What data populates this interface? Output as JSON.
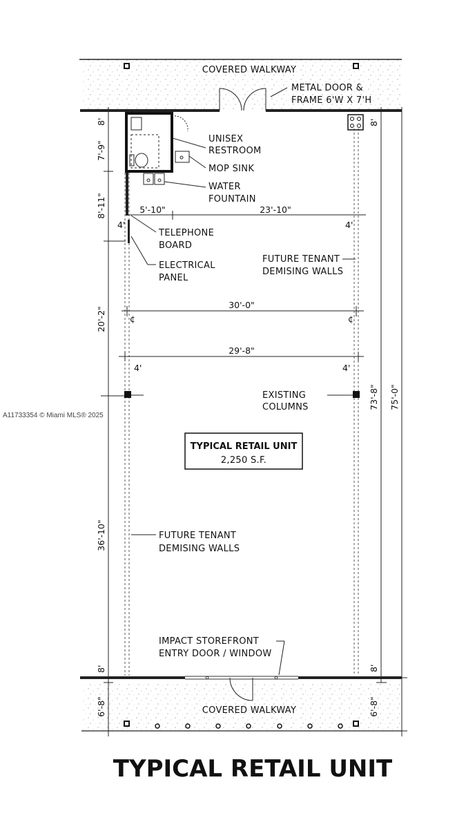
{
  "walkway_top": "COVERED WALKWAY",
  "walkway_bottom": "COVERED WALKWAY",
  "metal_door": [
    "METAL DOOR &",
    "FRAME 6'W X 7'H"
  ],
  "unisex_restroom": [
    "UNISEX",
    "RESTROOM"
  ],
  "mop_sink": "MOP SINK",
  "water_fountain": [
    "WATER",
    "FOUNTAIN"
  ],
  "telephone_board": [
    "TELEPHONE",
    "BOARD"
  ],
  "electrical_panel": [
    "ELECTRICAL",
    "PANEL"
  ],
  "future_tenant_upper": [
    "FUTURE TENANT",
    "DEMISING WALLS"
  ],
  "future_tenant_lower": [
    "FUTURE TENANT",
    "DEMISING WALLS"
  ],
  "existing_columns": [
    "EXISTING",
    "COLUMNS"
  ],
  "impact_storefront": [
    "IMPACT STOREFRONT",
    "ENTRY DOOR / WINDOW"
  ],
  "unit_box": {
    "title": "TYPICAL RETAIL UNIT",
    "area": "2,250 S.F."
  },
  "drawing_title": "TYPICAL RETAIL UNIT",
  "watermark": "A11733354 © Miami MLS® 2025",
  "dimensions": {
    "top_wall_left": "8'",
    "restroom_depth": "7'-9\"",
    "upper_zone": "8'-11\"",
    "middle_zone": "20'-2\"",
    "lower_zone": "36'-10\"",
    "bottom_wall_left": "8'",
    "walkway_left": "6'-8\"",
    "top_wall_right": "8'",
    "overall_inner": "73'-8\"",
    "overall": "75'-0\"",
    "bottom_wall_right": "8'",
    "walkway_right": "6'-8\"",
    "restroom_width": "5'-10\"",
    "remaining_width": "23'-10\"",
    "side_upper_left": "4'",
    "side_upper_right": "4'",
    "centerline_width": "30'-0\"",
    "clear_width": "29'-8\"",
    "side_lower_left": "4'",
    "side_lower_right": "4'",
    "cl_left": "¢",
    "cl_right": "¢"
  }
}
